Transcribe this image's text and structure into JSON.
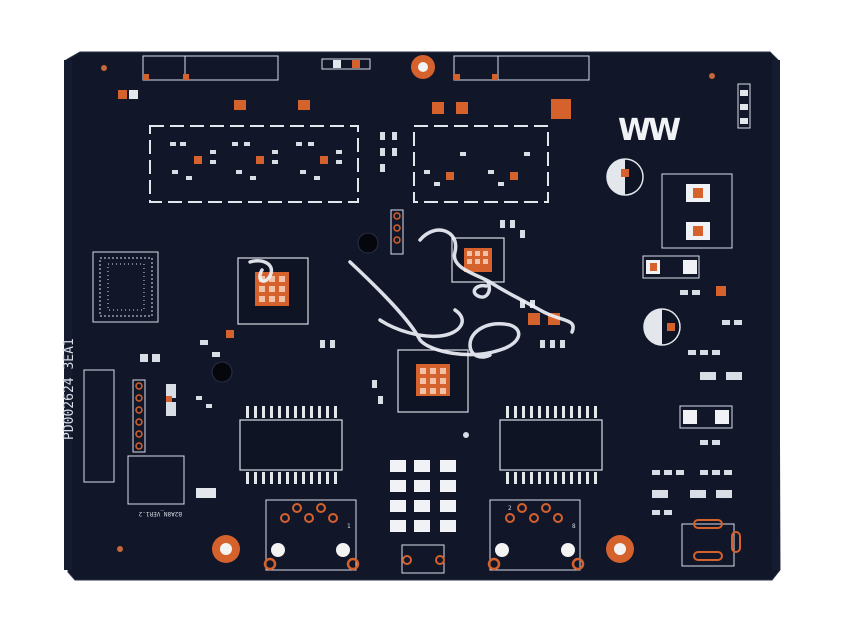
{
  "board": {
    "part_number": "PD002624 3EA1",
    "version_label": "B2A8N_VER1.2",
    "logo_mark": "W",
    "pin_labels": [
      "1",
      "2",
      "8"
    ],
    "colors": {
      "background": "#ffffff",
      "solder_mask": "#111629",
      "copper": "#d5612d",
      "silkscreen": "#d8dde6",
      "marker": "#eef1f7"
    }
  }
}
